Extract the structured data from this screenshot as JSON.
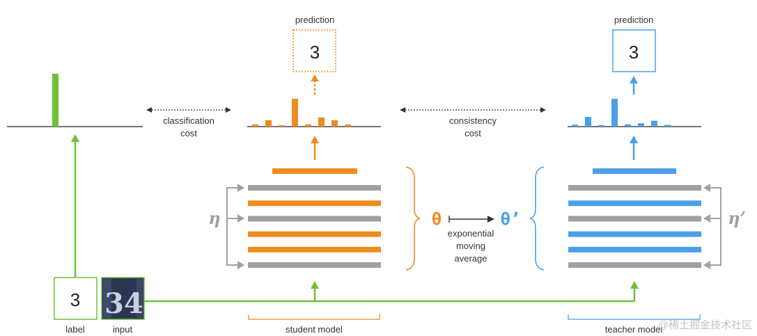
{
  "colors": {
    "green": "#6fbf3a",
    "orange": "#ee8c1f",
    "blue": "#4b9fe8",
    "gray": "#a0a0a0",
    "dark": "#333333",
    "navy_image": "#2a3552"
  },
  "labels": {
    "prediction_student": "prediction",
    "prediction_teacher": "prediction",
    "pred_value_student": "3",
    "pred_value_teacher": "3",
    "label_value": "3",
    "label_caption": "label",
    "input_caption": "input",
    "input_digits": "34",
    "classification_cost_1": "classification",
    "classification_cost_2": "cost",
    "consistency_cost_1": "consistency",
    "consistency_cost_2": "cost",
    "eta": "η",
    "eta_prime": "η’",
    "theta": "θ",
    "theta_prime": "θ’",
    "ema_1": "exponential",
    "ema_2": "moving",
    "ema_3": "average",
    "student_model": "student model",
    "teacher_model": "teacher model",
    "watermark": "@稀土掘金技术社区"
  },
  "student_layers": [
    "gray",
    "orange",
    "gray",
    "orange",
    "orange",
    "gray"
  ],
  "teacher_layers": [
    "gray",
    "blue",
    "gray",
    "blue",
    "blue",
    "gray"
  ],
  "student_histogram": [
    0.08,
    0.23,
    0.05,
    1.0,
    0.08,
    0.33,
    0.23,
    0.07
  ],
  "teacher_histogram": [
    0.07,
    0.35,
    0.05,
    1.0,
    0.08,
    0.12,
    0.21,
    0.06
  ]
}
